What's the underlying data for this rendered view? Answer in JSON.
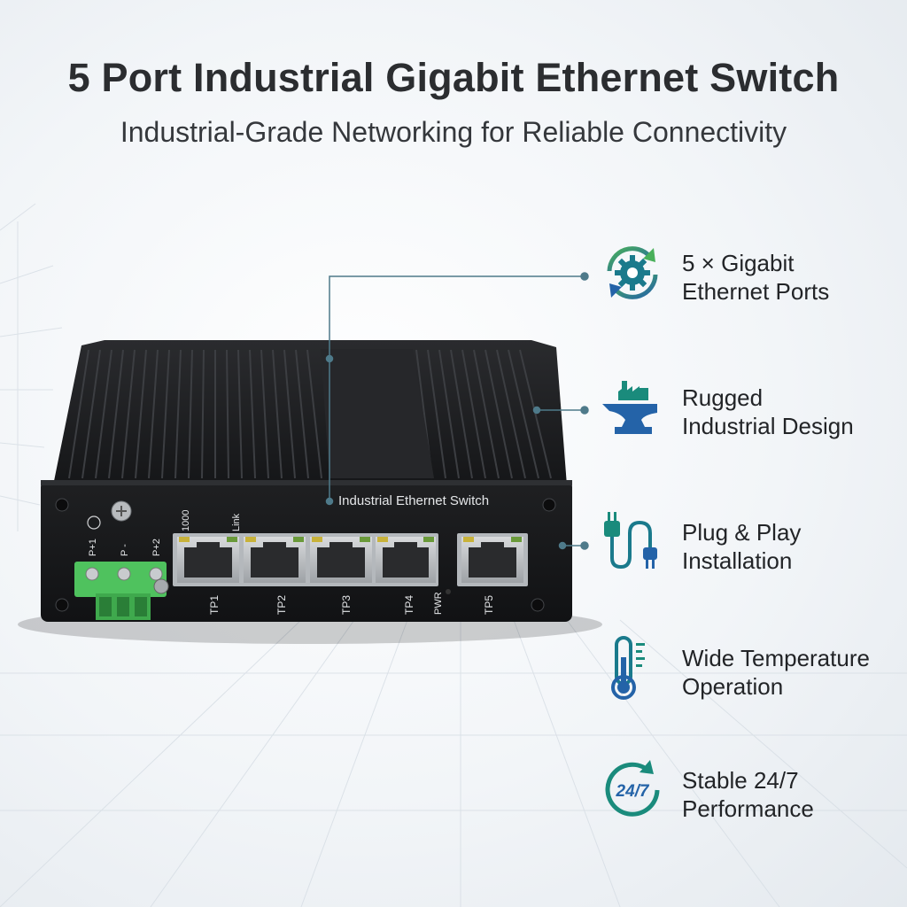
{
  "title": "5 Port Industrial Gigabit Ethernet Switch",
  "subtitle": "Industrial-Grade Networking for Reliable Connectivity",
  "device": {
    "name_label": "Industrial Ethernet Switch",
    "terminal_labels": [
      "P+1",
      "P -",
      "P+2"
    ],
    "led_labels": [
      "1000",
      "Link"
    ],
    "port_labels": [
      "TP1",
      "TP2",
      "TP3",
      "TP4",
      "TP5"
    ],
    "power_label": "PWR"
  },
  "features": [
    {
      "icon": "gear-cycle-icon",
      "line1": "5 × Gigabit",
      "line2": "Ethernet Ports"
    },
    {
      "icon": "anvil-factory-icon",
      "line1": "Rugged",
      "line2": "Industrial Design"
    },
    {
      "icon": "power-plug-icon",
      "line1": "Plug & Play",
      "line2": "Installation"
    },
    {
      "icon": "thermometer-icon",
      "line1": "Wide Temperature",
      "line2": "Operation"
    },
    {
      "icon": "clock-24-7-icon",
      "line1": "Stable 24/7",
      "line2": "Performance",
      "icon_text": "24/7"
    }
  ],
  "colors": {
    "accent_teal": "#1a8b7c",
    "accent_blue": "#2463a8",
    "accent_green": "#49b05a",
    "device_body": "#1b1c1e",
    "terminal_green": "#4fc25e",
    "callout_line": "#4e7a8a"
  }
}
